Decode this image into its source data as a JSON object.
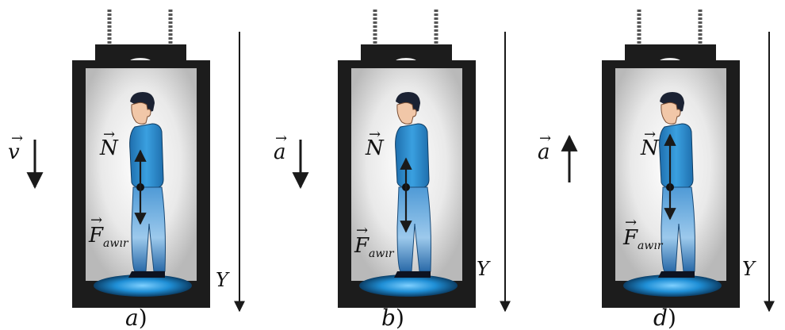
{
  "panels": [
    {
      "id": "a",
      "caption_letter": "a",
      "caption_paren": ")",
      "side_symbol": "v",
      "side_arrow": "down",
      "normal_label": "N",
      "force_label": "F",
      "force_subscript": "awır",
      "axis_label": "Y",
      "inner_arrows": "equal"
    },
    {
      "id": "b",
      "caption_letter": "b",
      "caption_paren": ")",
      "side_symbol": "a",
      "side_arrow": "down",
      "normal_label": "N",
      "force_label": "F",
      "force_subscript": "awır",
      "axis_label": "Y",
      "inner_arrows": "down-longer"
    },
    {
      "id": "d",
      "caption_letter": "d",
      "caption_paren": ")",
      "side_symbol": "a",
      "side_arrow": "up",
      "normal_label": "N",
      "force_label": "F",
      "force_subscript": "awır",
      "axis_label": "Y",
      "inner_arrows": "up-longer"
    }
  ],
  "colors": {
    "frame": "#1c1c1c",
    "shirt": "#2f8fd0",
    "trousers": "#3f86c6",
    "floor_glow": "#2aa0e0",
    "arrow": "#1a1a1a"
  }
}
